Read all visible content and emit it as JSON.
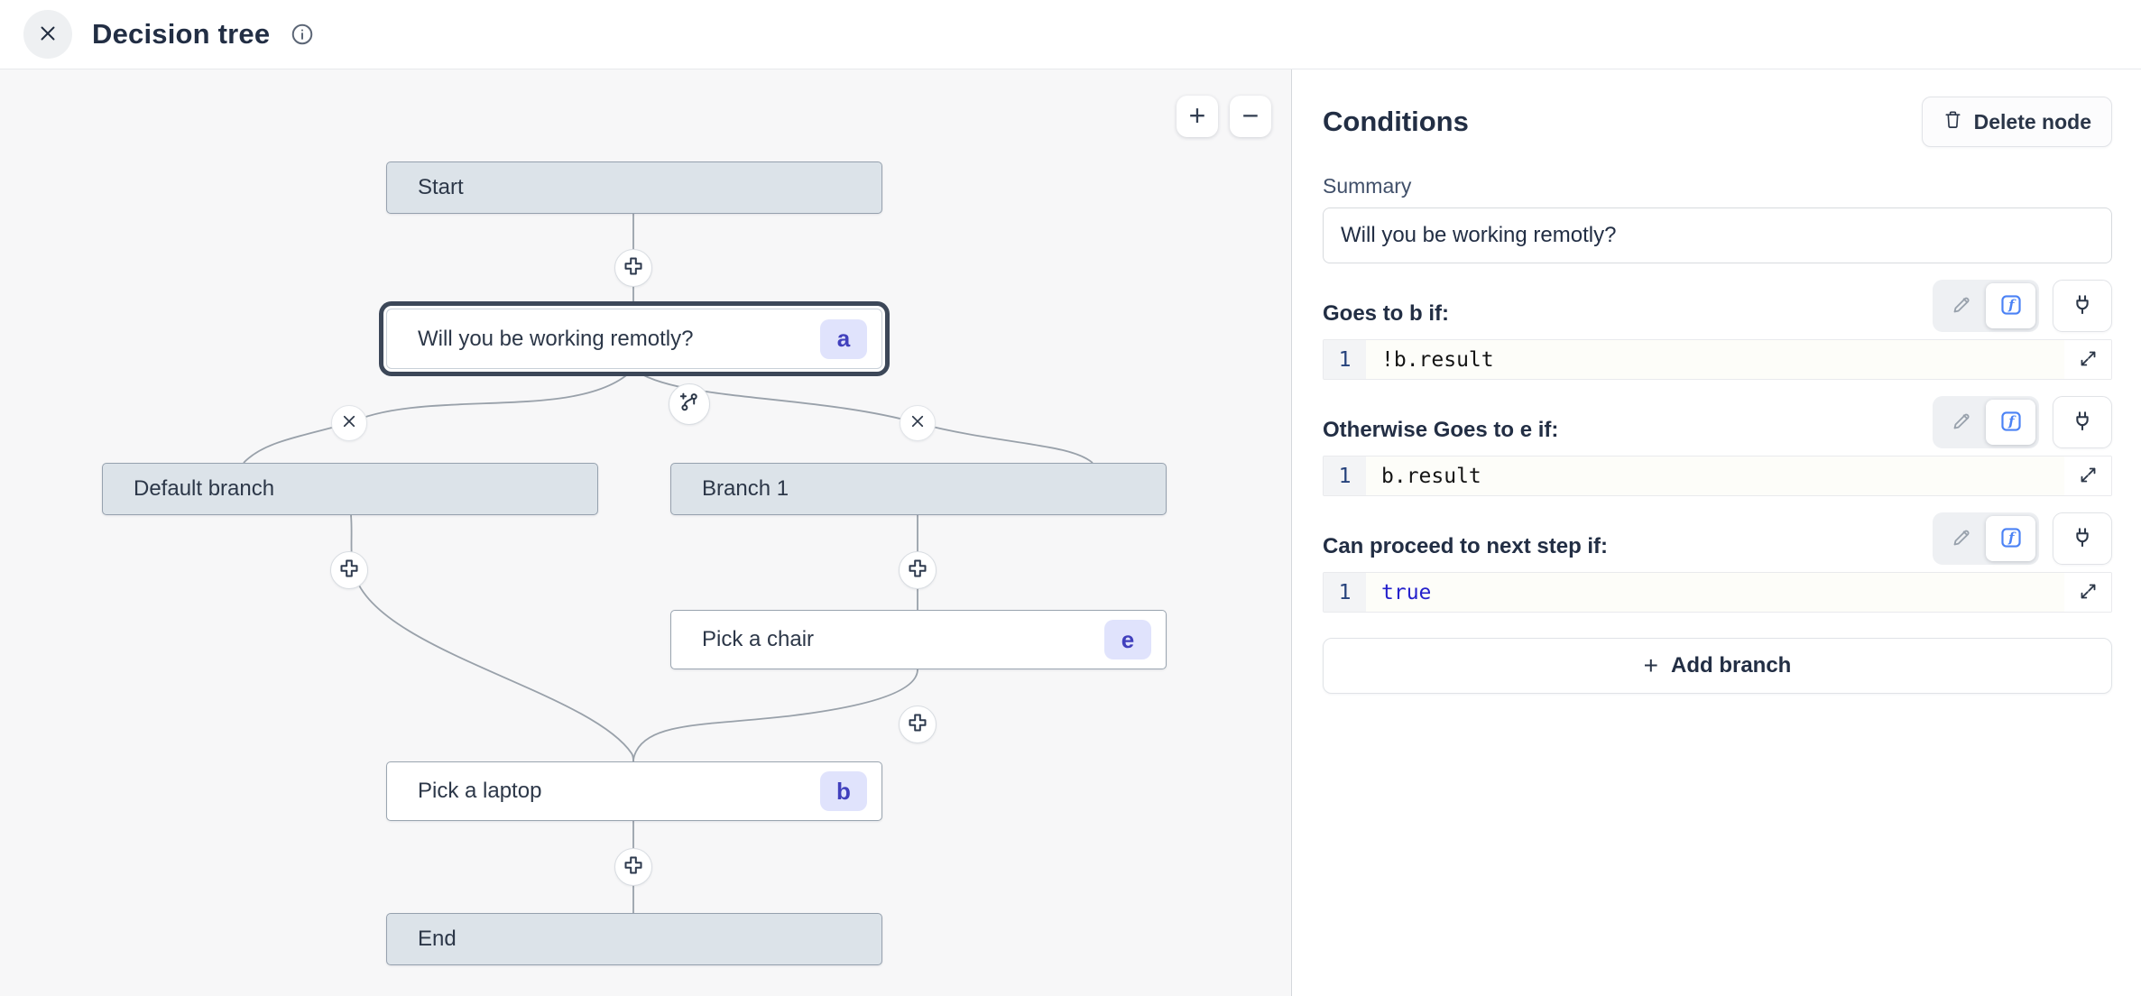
{
  "header": {
    "title": "Decision tree"
  },
  "canvas": {
    "zoom_in": "+",
    "zoom_out": "−",
    "nodes": [
      {
        "id": "start",
        "label": "Start",
        "badge": ""
      },
      {
        "id": "question",
        "label": "Will you be working remotly?",
        "badge": "a"
      },
      {
        "id": "default-branch",
        "label": "Default branch",
        "badge": ""
      },
      {
        "id": "branch-1",
        "label": "Branch 1",
        "badge": ""
      },
      {
        "id": "pick-chair",
        "label": "Pick a chair",
        "badge": "e"
      },
      {
        "id": "pick-laptop",
        "label": "Pick a laptop",
        "badge": "b"
      },
      {
        "id": "end",
        "label": "End",
        "badge": ""
      }
    ],
    "icons": {
      "add_node": "plus-in-circle",
      "delete_edge": "x-in-circle",
      "add_branch": "fork-plus-in-circle"
    }
  },
  "panel": {
    "title": "Conditions",
    "delete_button_label": "Delete node",
    "summary_label": "Summary",
    "summary_value": "Will you be working remotly?",
    "sections": [
      {
        "label": "Goes to b if:",
        "line_number": "1",
        "code": "!b.result"
      },
      {
        "label": "Otherwise Goes to e if:",
        "line_number": "1",
        "code": "b.result"
      },
      {
        "label": "Can proceed to next step if:",
        "line_number": "1",
        "code": "true"
      }
    ],
    "add_branch_plus": "+",
    "add_branch_label": "Add branch"
  },
  "colors": {
    "canvas_bg": "#f7f7f8",
    "node_gray_fill": "#dce3e9",
    "node_border": "#96a1ae",
    "selection_ring": "#3c4758",
    "badge_bg": "#e0e3fc",
    "badge_text": "#4140bd",
    "fx_icon_blue": "#4b82f5",
    "code_keyword_blue": "#2521cc",
    "line_number_navy": "#26427c",
    "edge_gray": "#99a1aa"
  }
}
